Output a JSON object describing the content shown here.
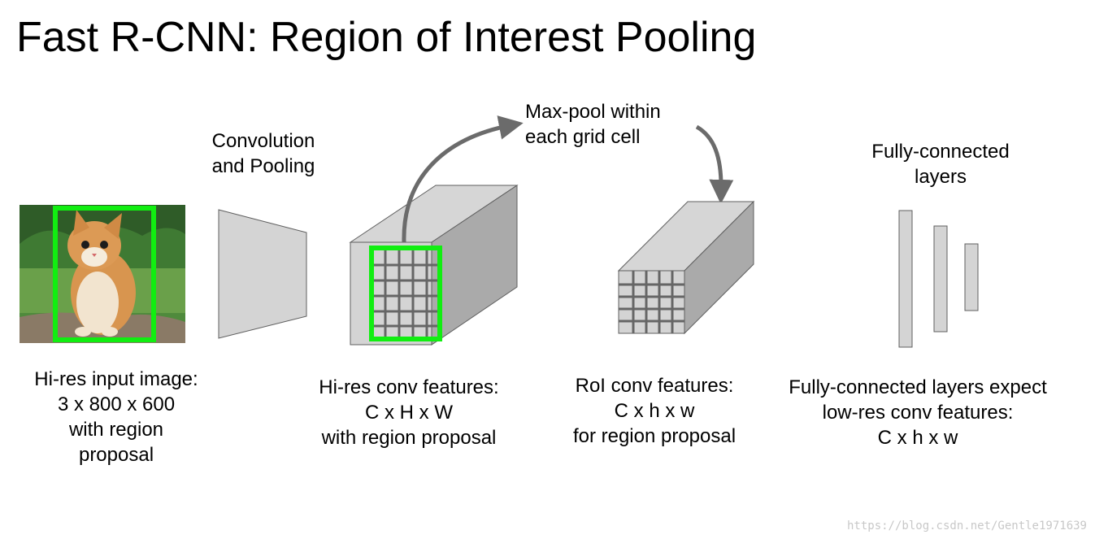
{
  "title": "Fast R-CNN: Region of Interest Pooling",
  "labels": {
    "conv_pooling": [
      "Convolution",
      "and Pooling"
    ],
    "max_pool": [
      "Max-pool within",
      "each grid cell"
    ],
    "fc_layers": [
      "Fully-connected",
      "layers"
    ],
    "input": [
      "Hi-res input image:",
      "3 x 800 x 600",
      "with region",
      "proposal"
    ],
    "hires_features": [
      "Hi-res conv features:",
      "C x H x W",
      "with region proposal"
    ],
    "roi_features": [
      "RoI conv features:",
      "C x h x w",
      "for region proposal"
    ],
    "fc_expect": [
      "Fully-connected layers expect",
      "low-res conv features:",
      "C x h x w"
    ]
  },
  "watermark": "https://blog.csdn.net/Gentle1971639",
  "colors": {
    "region_box": "#11ee11",
    "box_fill": "#d4d4d4",
    "box_top": "#d6d6d6",
    "box_side": "#aaaaaa",
    "grid_lines": "#666666",
    "arrow": "#6b6b6b",
    "outline": "#5f5f5f"
  }
}
